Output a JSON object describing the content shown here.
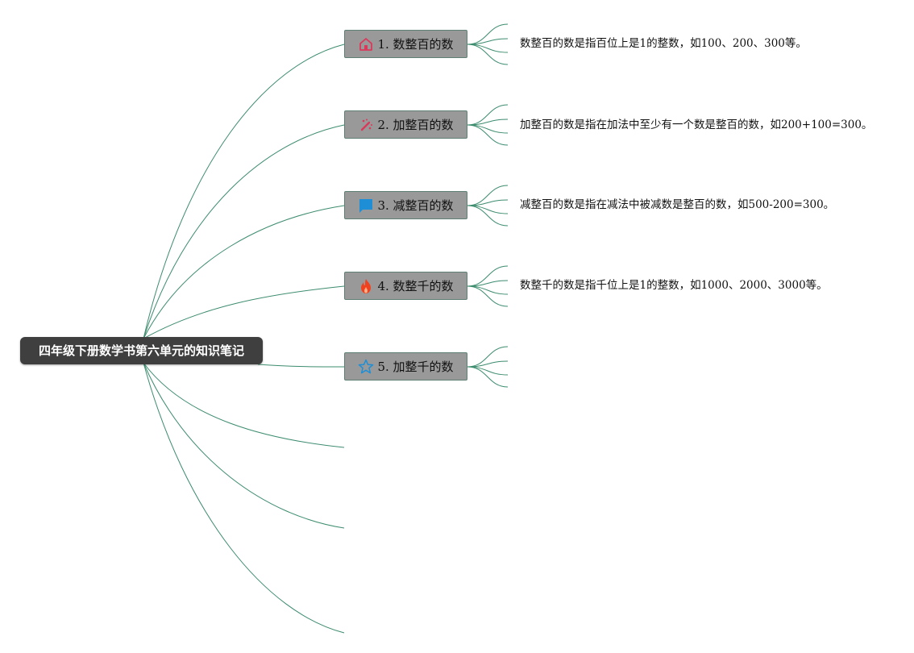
{
  "root": {
    "title": "四年级下册数学书第六单元的知识笔记"
  },
  "branches": [
    {
      "label": "1. 数整百的数",
      "icon": "house-icon",
      "icon_color": "#d9395b",
      "note": "数整百的数是指百位上是1的整数，如100、200、300等。"
    },
    {
      "label": "2. 加整百的数",
      "icon": "magic-wand-icon",
      "icon_color": "#d9395b",
      "note": "加整百的数是指在加法中至少有一个数是整百的数，如200+100=300。"
    },
    {
      "label": "3. 减整百的数",
      "icon": "flag-icon",
      "icon_color": "#1e8fd6",
      "note": "减整百的数是指在减法中被减数是整百的数，如500-200=300。"
    },
    {
      "label": "4. 数整千的数",
      "icon": "fire-icon",
      "icon_color": "#f0421e",
      "note": "数整千的数是指千位上是1的整数，如1000、2000、3000等。"
    },
    {
      "label": "5. 加整千的数",
      "icon": "star-icon",
      "icon_color": "#1e8fd6",
      "note": ""
    }
  ],
  "colors": {
    "link": "#3c8c6e",
    "root_bg": "#3f3f3f",
    "branch_bg": "#999999"
  }
}
